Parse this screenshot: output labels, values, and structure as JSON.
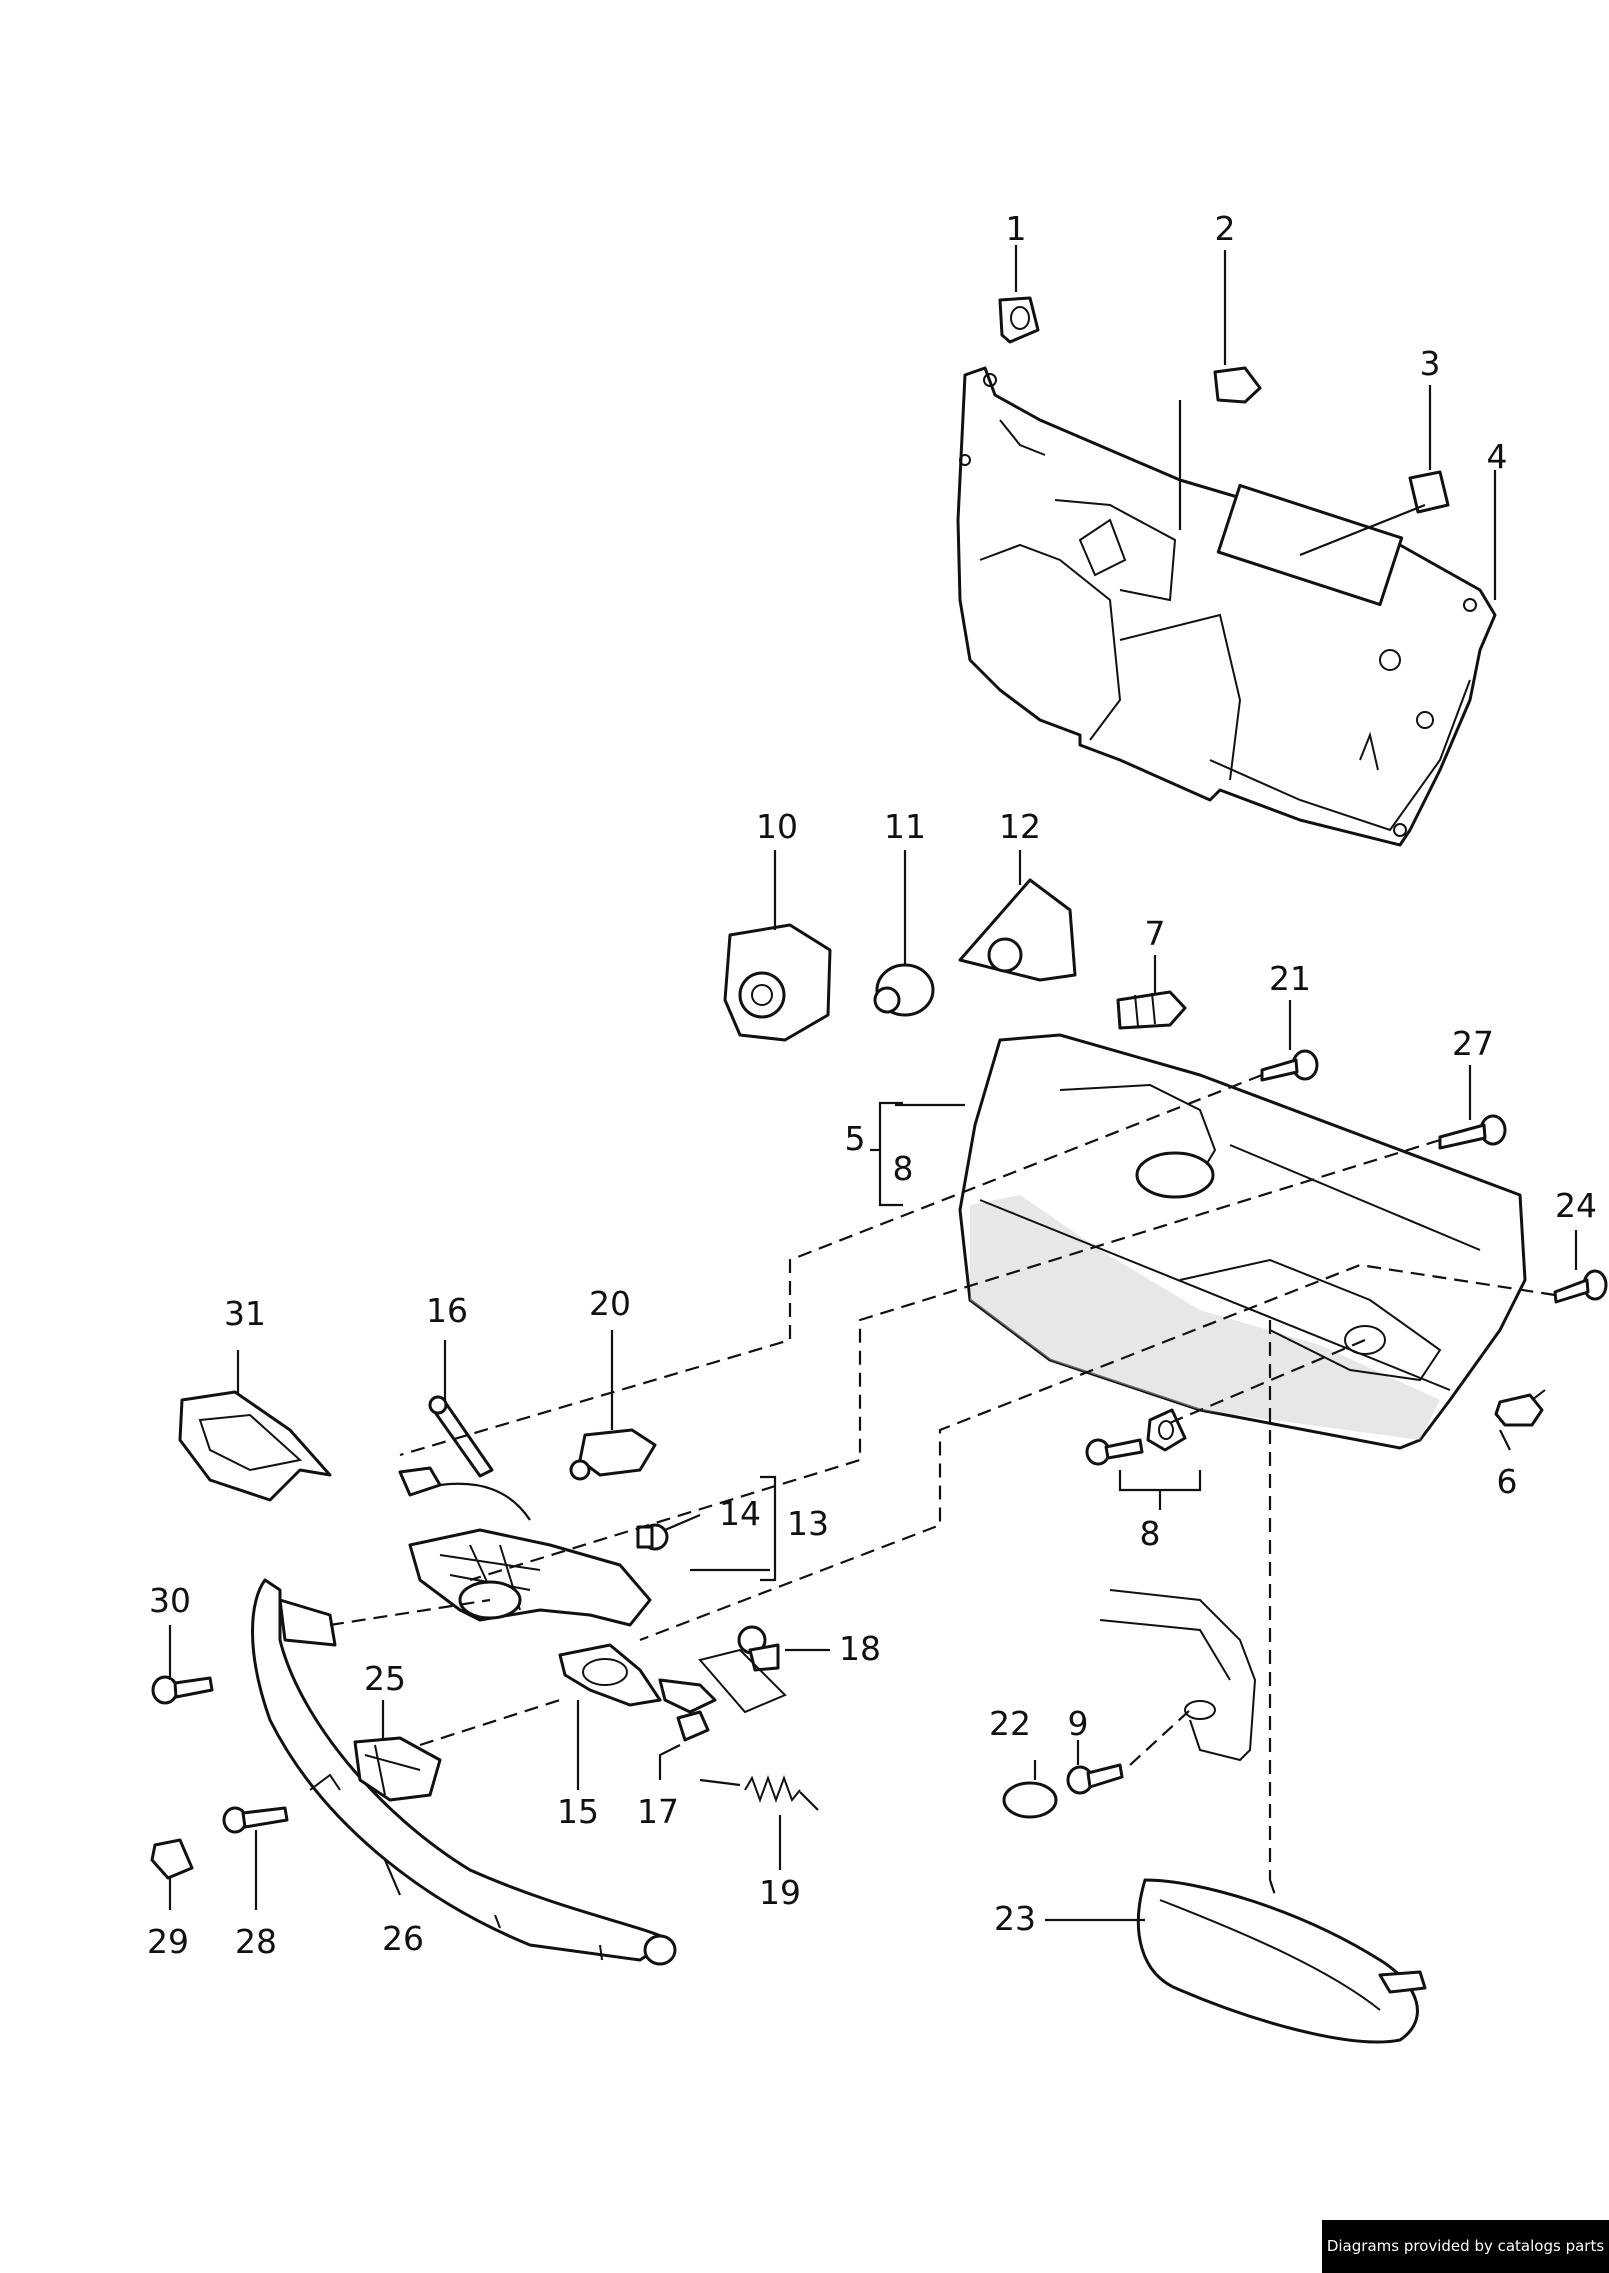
{
  "callouts": [
    {
      "id": "1",
      "text": "1"
    },
    {
      "id": "2",
      "text": "2"
    },
    {
      "id": "3",
      "text": "3"
    },
    {
      "id": "4",
      "text": "4"
    },
    {
      "id": "5",
      "text": "5"
    },
    {
      "id": "6",
      "text": "6"
    },
    {
      "id": "7",
      "text": "7"
    },
    {
      "id": "8a",
      "text": "8"
    },
    {
      "id": "8b",
      "text": "8"
    },
    {
      "id": "9",
      "text": "9"
    },
    {
      "id": "10",
      "text": "10"
    },
    {
      "id": "11",
      "text": "11"
    },
    {
      "id": "12",
      "text": "12"
    },
    {
      "id": "13",
      "text": "13"
    },
    {
      "id": "14",
      "text": "14"
    },
    {
      "id": "15",
      "text": "15"
    },
    {
      "id": "16",
      "text": "16"
    },
    {
      "id": "17",
      "text": "17"
    },
    {
      "id": "18",
      "text": "18"
    },
    {
      "id": "19",
      "text": "19"
    },
    {
      "id": "20",
      "text": "20"
    },
    {
      "id": "21",
      "text": "21"
    },
    {
      "id": "22",
      "text": "22"
    },
    {
      "id": "23",
      "text": "23"
    },
    {
      "id": "24",
      "text": "24"
    },
    {
      "id": "25",
      "text": "25"
    },
    {
      "id": "26",
      "text": "26"
    },
    {
      "id": "27",
      "text": "27"
    },
    {
      "id": "28",
      "text": "28"
    },
    {
      "id": "29",
      "text": "29"
    },
    {
      "id": "30",
      "text": "30"
    },
    {
      "id": "31",
      "text": "31"
    }
  ],
  "credit": "Diagrams provided by catalogs parts"
}
